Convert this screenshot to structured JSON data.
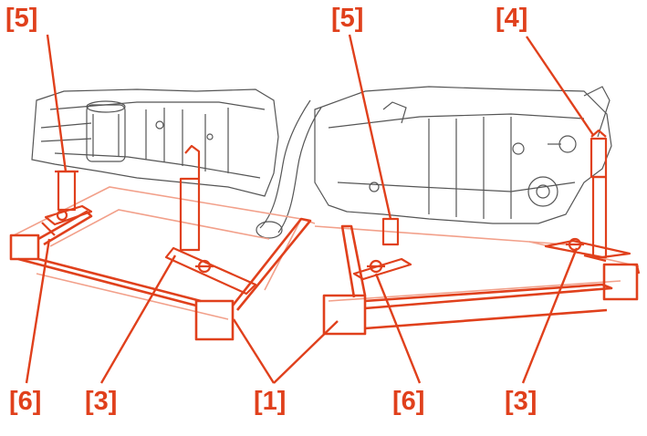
{
  "colors": {
    "accent": "#e0401c",
    "frame_light": "#f2a08a",
    "linework": "#555555",
    "background": "#ffffff"
  },
  "callouts": {
    "c5_left": "[5]",
    "c5_right": "[5]",
    "c4": "[4]",
    "c6_left": "[6]",
    "c3_left": "[3]",
    "c1": "[1]",
    "c6_right": "[6]",
    "c3_right": "[3]"
  }
}
